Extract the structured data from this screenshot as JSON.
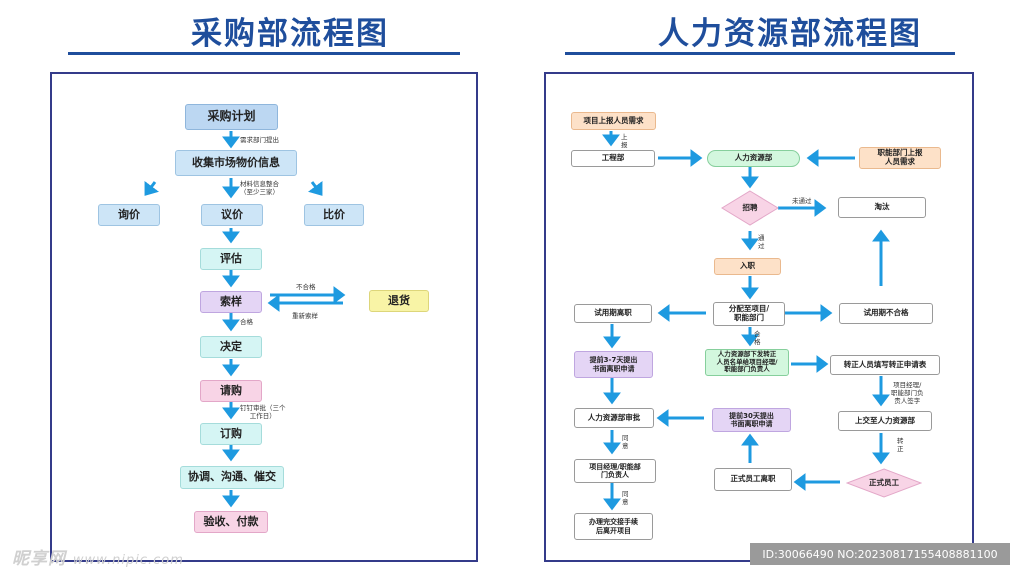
{
  "left": {
    "title": "采购部流程图",
    "nodes": {
      "plan": "采购计划",
      "collect": "收集市场物价信息",
      "inquiry": "询价",
      "negotiate": "议价",
      "compare": "比价",
      "evaluate": "评估",
      "sample": "索样",
      "return": "退货",
      "decide": "决定",
      "request": "请购",
      "order": "订购",
      "coordinate": "协调、沟通、催交",
      "accept": "验收、付款"
    },
    "labels": {
      "dept_submit": "需求部门提出",
      "material_info": "材料信息整合\n（至少三家）",
      "fail": "不合格",
      "resample": "重新索样",
      "pass": "合格",
      "approve": "钉钉审批（三个\n工作日）"
    }
  },
  "right": {
    "title": "人力资源部流程图",
    "nodes": {
      "project_report": "项目上报人员需求",
      "engineering": "工程部",
      "hr": "人力资源部",
      "func_report": "职能部门上报\n人员需求",
      "recruit": "招聘",
      "eliminate": "淘汰",
      "onboard": "入职",
      "assign": "分配至项目/\n职能部门",
      "probation_quit": "试用期离职",
      "probation_fail": "试用期不合格",
      "apply_37": "提前3-7天提出\n书面离职申请",
      "hr_notice": "人力资源部下发转正\n人员名单给项目经理/\n职能部门负责人",
      "regular_apply": "转正人员填写转正申请表",
      "hr_approve": "人力资源部审批",
      "apply_30": "提前30天提出\n书面离职申请",
      "submit_hr": "上交至人力资源部",
      "pm_head": "项目经理/职能部\n门负责人",
      "formal_quit": "正式员工离职",
      "formal": "正式员工",
      "handover": "办理完交接手续\n后离开项目"
    },
    "labels": {
      "report": "上\n报",
      "not_pass": "未通过",
      "passed": "通\n过",
      "qualified": "合\n格",
      "sign": "项目经理/\n职能部门负\n责人签字",
      "regularize": "转\n正",
      "agree1": "同\n意",
      "agree2": "同\n意"
    }
  },
  "watermark": {
    "logo": "昵享网",
    "url": "www.nipic.com",
    "id_text": "ID:30066490 NO:20230817155408881100"
  }
}
